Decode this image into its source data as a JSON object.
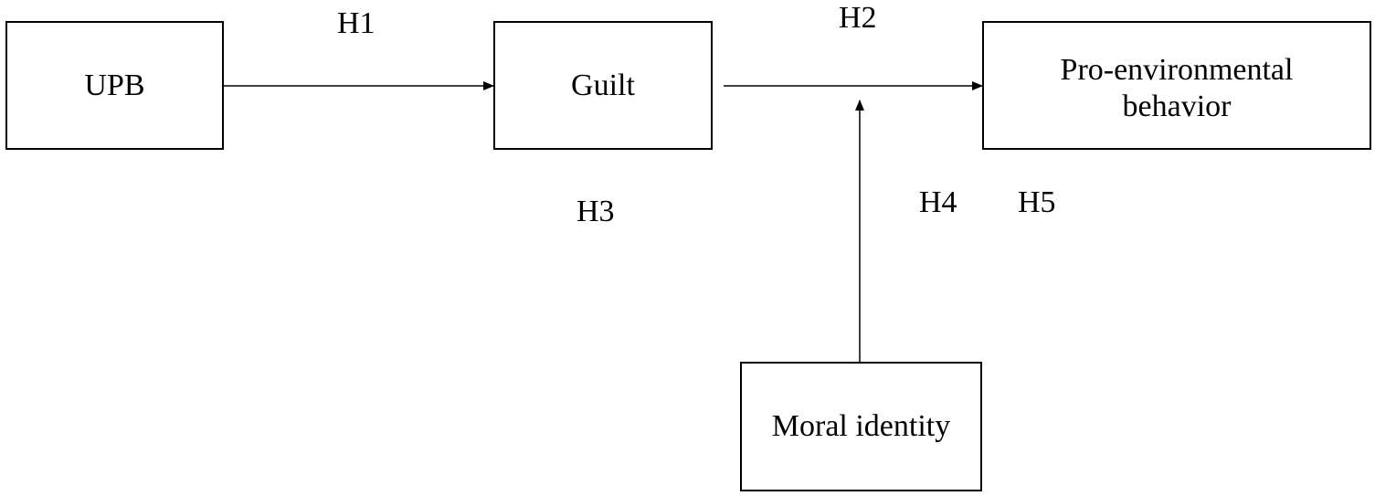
{
  "nodes": {
    "upb": "UPB",
    "guilt": "Guilt",
    "pro_environmental_line1": "Pro-environmental",
    "pro_environmental_line2": "behavior",
    "moral_identity": "Moral identity"
  },
  "hypotheses": {
    "h1": "H1",
    "h2": "H2",
    "h3": "H3",
    "h4": "H4",
    "h5": "H5"
  },
  "colors": {
    "line": "#000000",
    "background": "#ffffff"
  }
}
